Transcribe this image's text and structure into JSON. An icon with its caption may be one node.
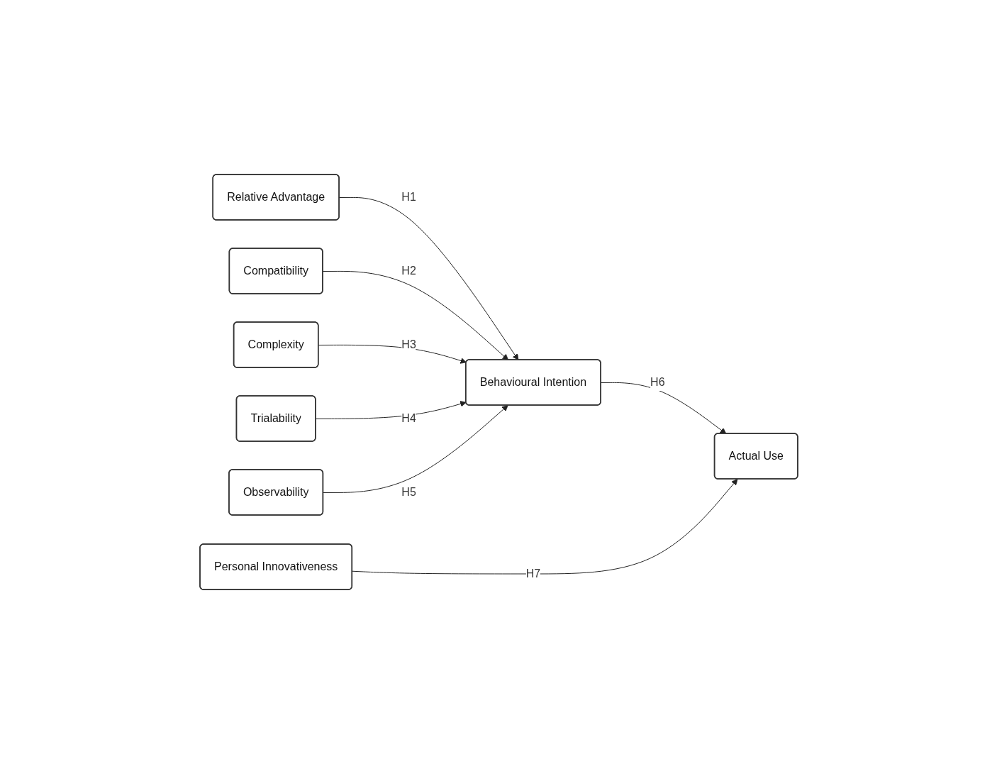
{
  "diagram": {
    "nodes": [
      {
        "text": [
          "Relative Advantage"
        ]
      },
      {
        "text": [
          "Compatibility"
        ]
      },
      {
        "text": [
          "Complexity"
        ]
      },
      {
        "text": [
          "Trialability"
        ]
      },
      {
        "text": [
          "Observability"
        ]
      },
      {
        "text": [
          "Personal Innovativeness"
        ]
      },
      {
        "text": [
          "Behavioural Intention"
        ]
      },
      {
        "text": [
          "Actual Use"
        ]
      }
    ],
    "edges": [
      {
        "from": 0,
        "to": 6,
        "arrow": "to",
        "label": "H1"
      },
      {
        "from": 1,
        "to": 6,
        "arrow": "to",
        "label": "H2"
      },
      {
        "from": 2,
        "to": 6,
        "arrow": "to",
        "label": "H3"
      },
      {
        "from": 3,
        "to": 6,
        "arrow": "to",
        "label": "H4"
      },
      {
        "from": 4,
        "to": 6,
        "arrow": "to",
        "label": "H5"
      },
      {
        "from": 6,
        "to": 7,
        "arrow": "to",
        "label": "H6"
      },
      {
        "from": 5,
        "to": 7,
        "arrow": "to",
        "label": "H7"
      }
    ]
  }
}
